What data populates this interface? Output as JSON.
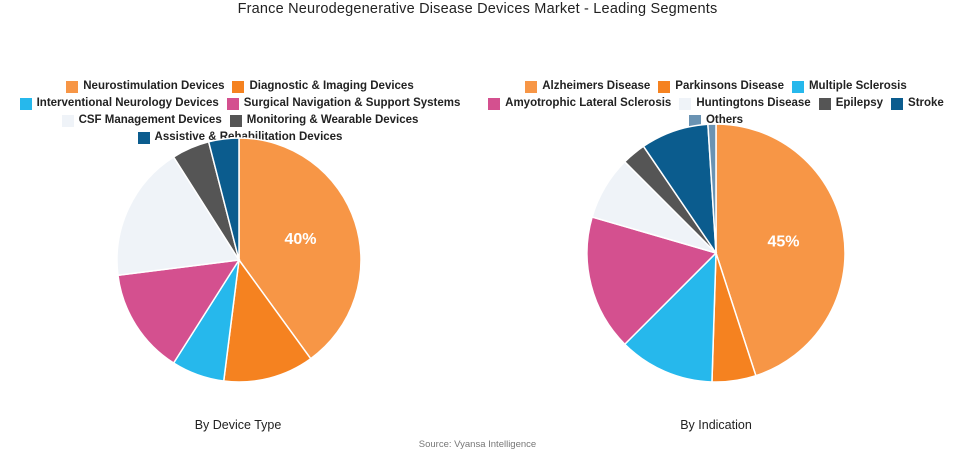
{
  "title": "France Neurodegenerative Disease Devices Market - Leading Segments",
  "source": "Source: Vyansa Intelligence",
  "chart_data": [
    {
      "type": "pie",
      "caption": "By Device Type",
      "labels": [
        "Neurostimulation Devices",
        "Diagnostic & Imaging Devices",
        "Interventional Neurology Devices",
        "Surgical Navigation & Support Systems",
        "CSF Management Devices",
        "Monitoring & Wearable Devices",
        "Assistive & Rehabilitation Devices"
      ],
      "values": [
        40,
        12,
        7,
        14,
        18,
        5,
        4
      ],
      "colors": [
        "#F79646",
        "#F58220",
        "#26B8EC",
        "#D4508F",
        "#EFF3F8",
        "#555555",
        "#0B5C8E"
      ],
      "data_labels": [
        "40%",
        "",
        "",
        "",
        "",
        "",
        ""
      ]
    },
    {
      "type": "pie",
      "caption": "By Indication",
      "labels": [
        "Alzheimers Disease",
        "Parkinsons Disease",
        "Multiple Sclerosis",
        "Amyotrophic Lateral Sclerosis",
        "Huntingtons Disease",
        "Epilepsy",
        "Stroke",
        "Others"
      ],
      "values": [
        45,
        5.5,
        12,
        17,
        8,
        3,
        8.5,
        1
      ],
      "colors": [
        "#F79646",
        "#F58220",
        "#26B8EC",
        "#D4508F",
        "#EFF3F8",
        "#555555",
        "#0B5C8E",
        "#6A93B3"
      ],
      "data_labels": [
        "45%",
        "",
        "",
        "",
        "",
        "",
        "",
        ""
      ]
    }
  ]
}
